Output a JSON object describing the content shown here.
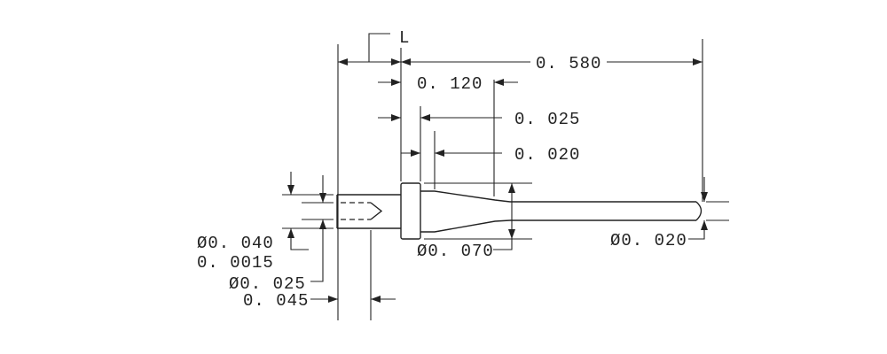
{
  "drawing": {
    "dimensions": {
      "length_ref": "L",
      "overall_length": "0. 580",
      "collar_to_shoulder": "0. 120",
      "collar_width": "0. 025",
      "taper_start": "0. 020",
      "cup_dia": "Ø0. 040",
      "cup_tolerance": "0. 0015",
      "bore_dia": "Ø0. 025",
      "bore_depth": "0. 045",
      "collar_dia": "Ø0. 070",
      "tail_dia": "Ø0. 020"
    }
  }
}
